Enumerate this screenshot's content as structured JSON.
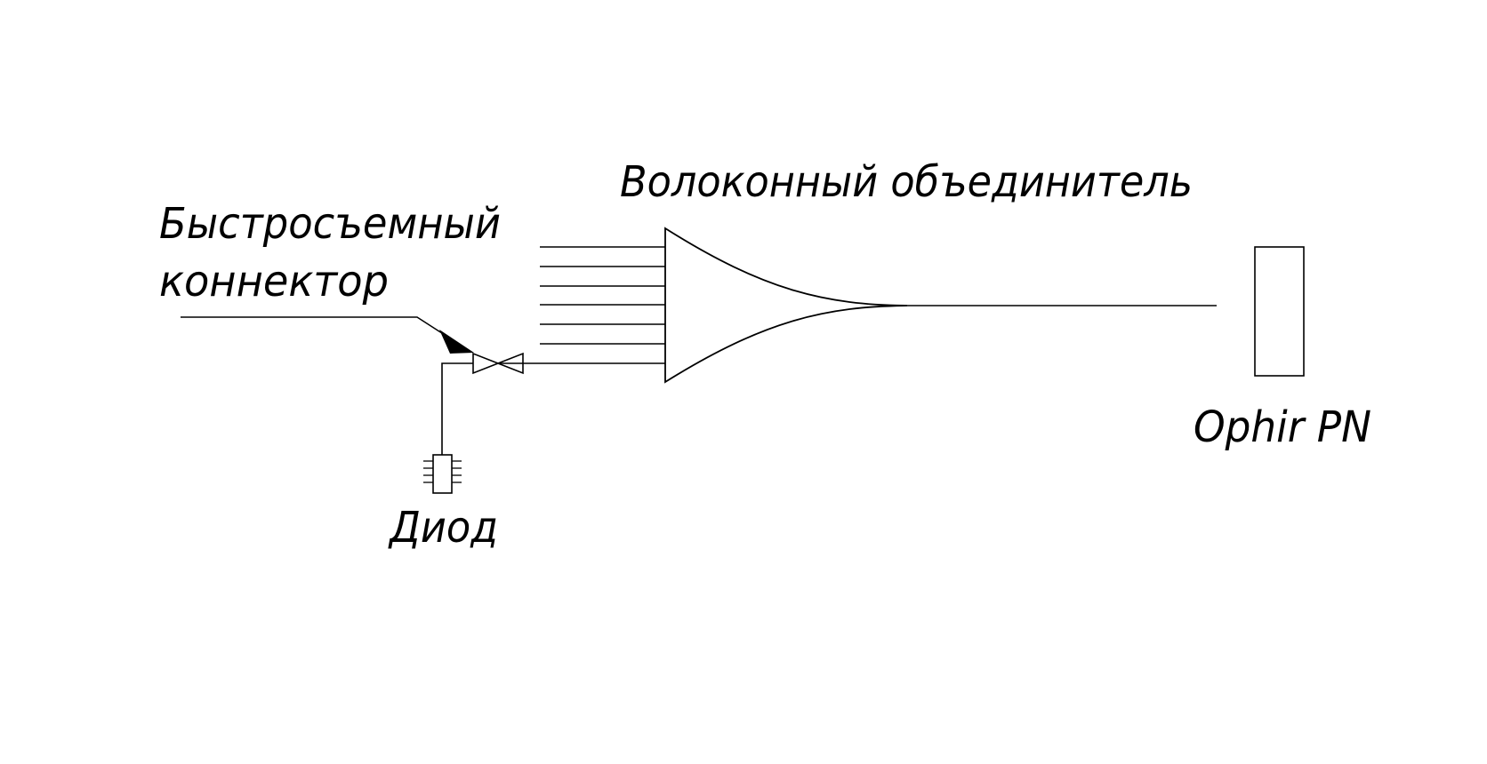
{
  "labels": {
    "quick_connector_line1": "Быстросъемный",
    "quick_connector_line2": "коннектор",
    "fiber_combiner": "Волоконный объединитель",
    "diode": "Диод",
    "power_meter": "Ophir PN"
  },
  "diagram": {
    "input_fiber_count": 7,
    "line_color": "#000000",
    "background": "#ffffff"
  }
}
